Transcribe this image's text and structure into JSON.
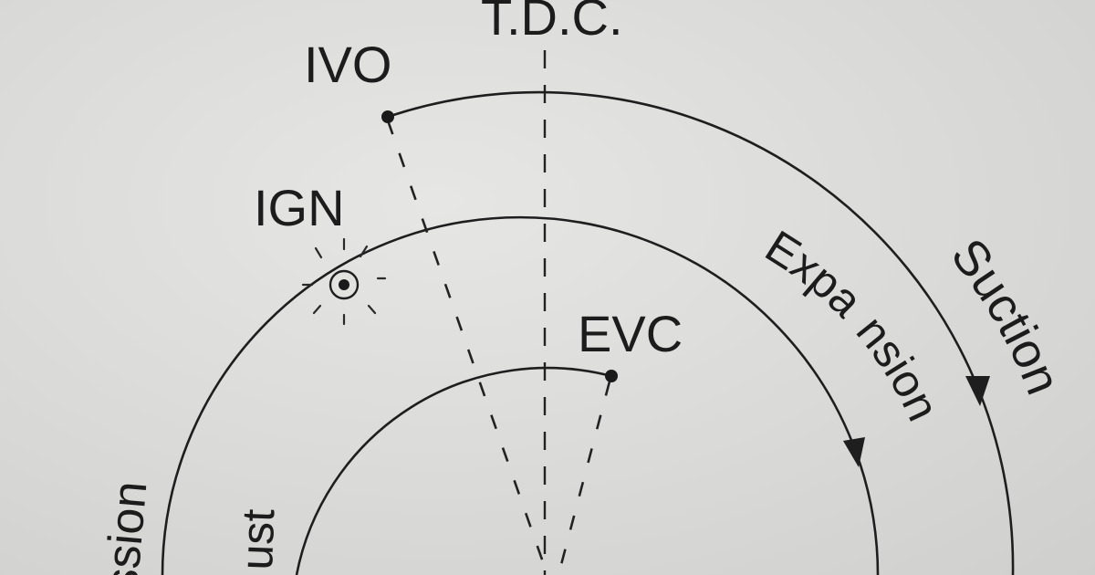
{
  "labels": {
    "tdc": "T.D.C.",
    "ivo": "IVO",
    "ign": "IGN",
    "evc": "EVC",
    "suction": "Suction",
    "expansion_part1": "Expa",
    "expansion_part2": "nsion",
    "compression_fragment": "ssion",
    "exhaust_fragment": "ust"
  },
  "colors": {
    "ink": "#1e1e1e",
    "paper": "#dcdcda"
  },
  "icons": {
    "ignition": "spark-circle-icon",
    "arrows": "arrowhead-icon",
    "points": "dot-marker-icon"
  }
}
